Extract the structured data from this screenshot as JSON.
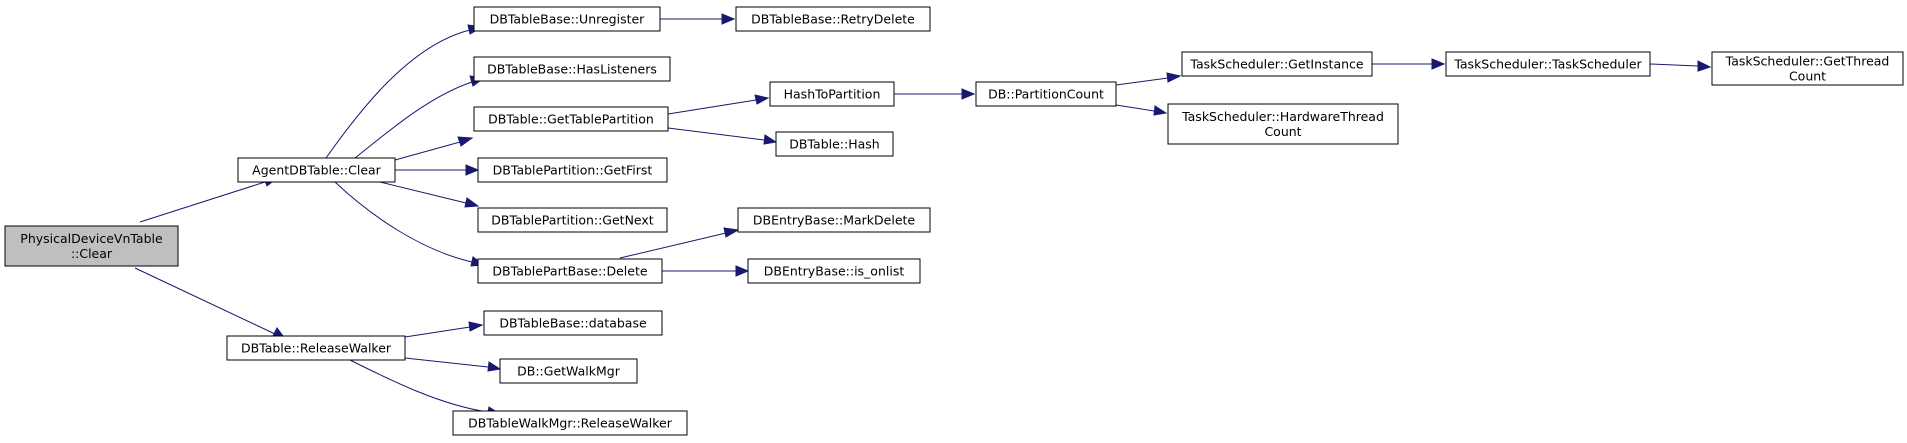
{
  "colors": {
    "edge": "#191970",
    "root_fill": "#bfbfbf",
    "node_fill": "#ffffff",
    "node_border": "#000000"
  },
  "nodes": {
    "root": [
      "PhysicalDeviceVnTable",
      "::Clear"
    ],
    "agent_clear": [
      "AgentDBTable::Clear"
    ],
    "release_walker": [
      "DBTable::ReleaseWalker"
    ],
    "unregister": [
      "DBTableBase::Unregister"
    ],
    "has_listeners": [
      "DBTableBase::HasListeners"
    ],
    "get_table_partition": [
      "DBTable::GetTablePartition"
    ],
    "get_first": [
      "DBTablePartition::GetFirst"
    ],
    "get_next": [
      "DBTablePartition::GetNext"
    ],
    "delete": [
      "DBTablePartBase::Delete"
    ],
    "database": [
      "DBTableBase::database"
    ],
    "get_walk_mgr": [
      "DB::GetWalkMgr"
    ],
    "walkmgr_release": [
      "DBTableWalkMgr::ReleaseWalker"
    ],
    "retry_delete": [
      "DBTableBase::RetryDelete"
    ],
    "hash_to_partition": [
      "HashToPartition"
    ],
    "hash": [
      "DBTable::Hash"
    ],
    "mark_delete": [
      "DBEntryBase::MarkDelete"
    ],
    "is_onlist": [
      "DBEntryBase::is_onlist"
    ],
    "partition_count": [
      "DB::PartitionCount"
    ],
    "get_instance": [
      "TaskScheduler::GetInstance"
    ],
    "hw_thread_count": [
      "TaskScheduler::HardwareThread",
      "Count"
    ],
    "task_scheduler": [
      "TaskScheduler::TaskScheduler"
    ],
    "get_thread_count": [
      "TaskScheduler::GetThread",
      "Count"
    ]
  }
}
